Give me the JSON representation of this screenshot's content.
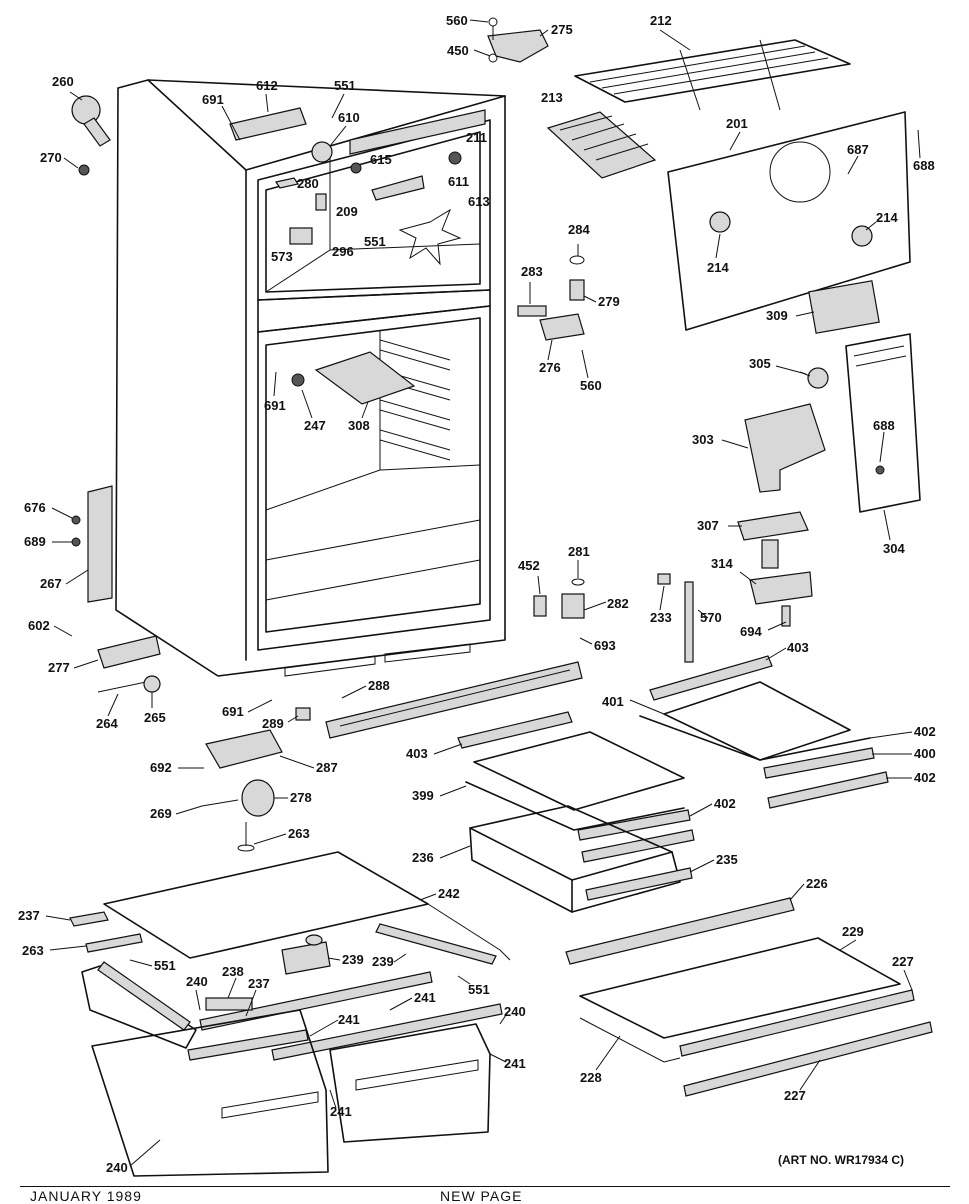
{
  "diagram": {
    "art_number": "(ART NO. WR17934 C)",
    "footer_left": "JANUARY 1989",
    "footer_right": "NEW PAGE",
    "labels": [
      "560",
      "275",
      "212",
      "450",
      "260",
      "270",
      "691",
      "612",
      "551",
      "610",
      "211",
      "615",
      "611",
      "280",
      "209",
      "613",
      "573",
      "296",
      "551",
      "213",
      "201",
      "687",
      "688",
      "214",
      "214",
      "284",
      "283",
      "279",
      "276",
      "560",
      "309",
      "305",
      "691",
      "247",
      "308",
      "303",
      "688",
      "307",
      "304",
      "676",
      "689",
      "267",
      "602",
      "277",
      "452",
      "281",
      "282",
      "233",
      "570",
      "314",
      "694",
      "693",
      "403",
      "264",
      "265",
      "288",
      "691",
      "289",
      "401",
      "402",
      "403",
      "400",
      "692",
      "287",
      "402",
      "269",
      "278",
      "399",
      "402",
      "263",
      "236",
      "235",
      "237",
      "242",
      "226",
      "263",
      "239",
      "551",
      "239",
      "229",
      "227",
      "238",
      "237",
      "241",
      "551",
      "240",
      "241",
      "228",
      "227",
      "240",
      "241",
      "241",
      "240"
    ]
  }
}
